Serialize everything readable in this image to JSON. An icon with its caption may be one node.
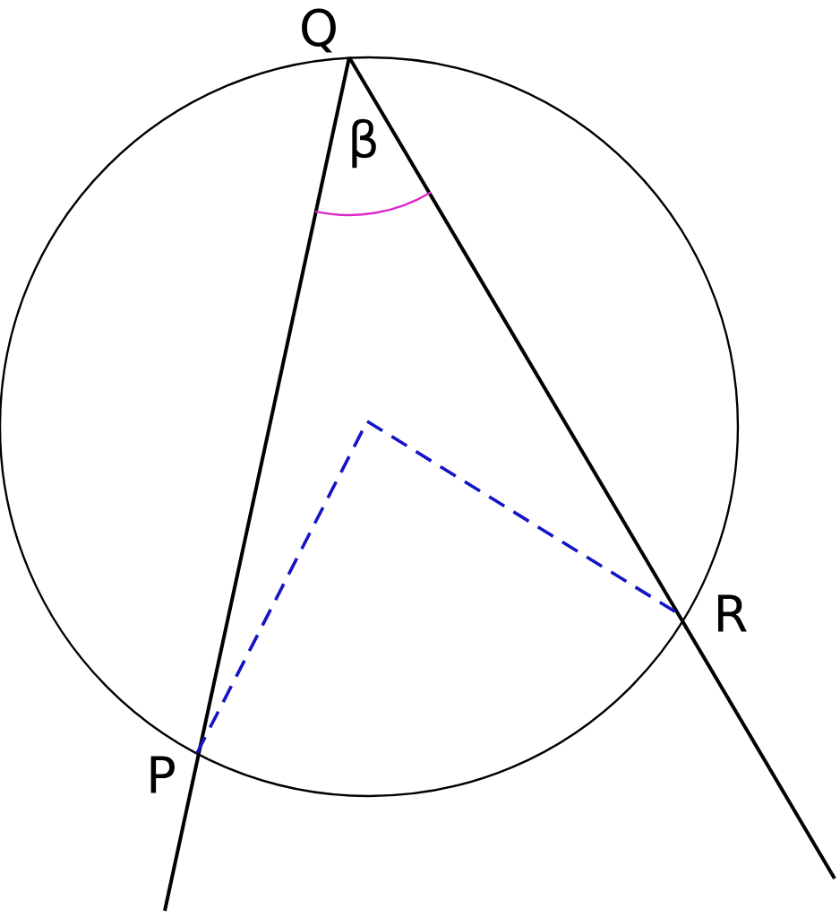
{
  "diagram": {
    "labels": [
      "Q",
      "β",
      "R",
      "P"
    ]
  }
}
